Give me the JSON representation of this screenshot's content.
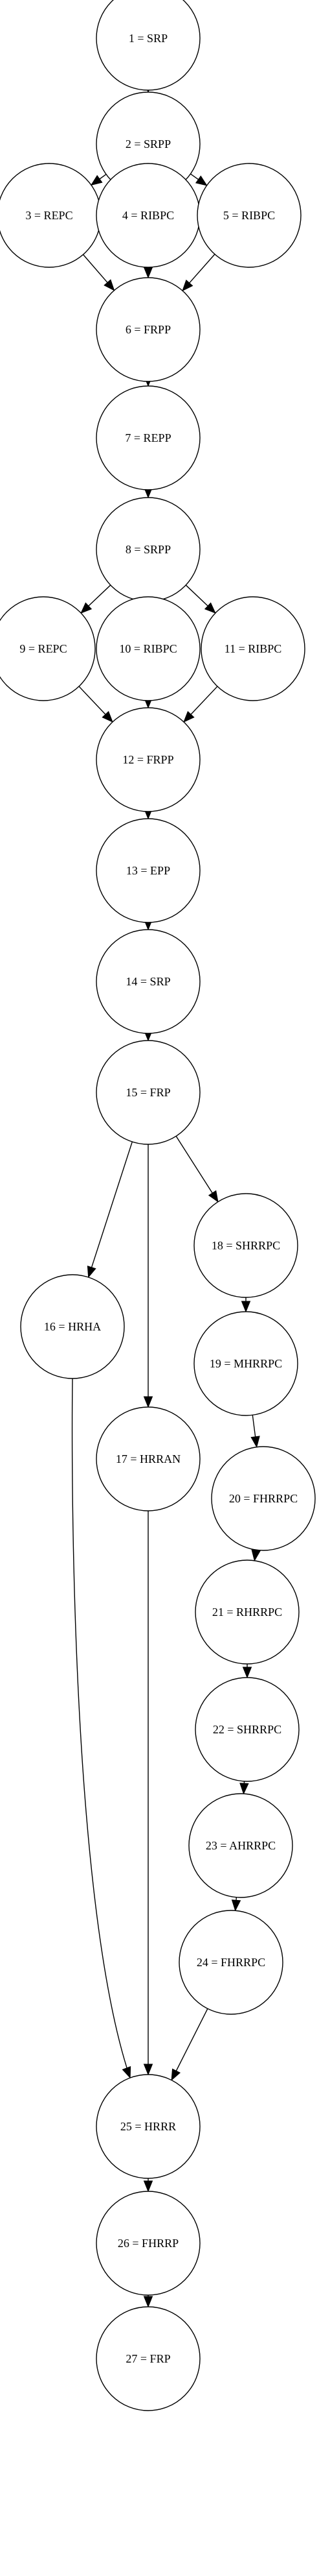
{
  "graph": {
    "stroke_color": "#000000",
    "fill_color": "#ffffff",
    "nodes": [
      {
        "id": 1,
        "label": "1 = SRP"
      },
      {
        "id": 2,
        "label": "2 = SRPP"
      },
      {
        "id": 3,
        "label": "3 = REPC"
      },
      {
        "id": 4,
        "label": "4 = RIBPC"
      },
      {
        "id": 5,
        "label": "5 = RIBPC"
      },
      {
        "id": 6,
        "label": "6 = FRPP"
      },
      {
        "id": 7,
        "label": "7 = REPP"
      },
      {
        "id": 8,
        "label": "8 = SRPP"
      },
      {
        "id": 9,
        "label": "9 = REPC"
      },
      {
        "id": 10,
        "label": "10 = RIBPC"
      },
      {
        "id": 11,
        "label": "11 = RIBPC"
      },
      {
        "id": 12,
        "label": "12 = FRPP"
      },
      {
        "id": 13,
        "label": "13 = EPP"
      },
      {
        "id": 14,
        "label": "14 = SRP"
      },
      {
        "id": 15,
        "label": "15 = FRP"
      },
      {
        "id": 16,
        "label": "16 = HRHA"
      },
      {
        "id": 17,
        "label": "17 = HRRAN"
      },
      {
        "id": 18,
        "label": "18 = SHRRPC"
      },
      {
        "id": 19,
        "label": "19 = MHRRPC"
      },
      {
        "id": 20,
        "label": "20 = FHRRPC"
      },
      {
        "id": 21,
        "label": "21 = RHRRPC"
      },
      {
        "id": 22,
        "label": "22 = SHRRPC"
      },
      {
        "id": 23,
        "label": "23 = AHRRPC"
      },
      {
        "id": 24,
        "label": "24 = FHRRPC"
      },
      {
        "id": 25,
        "label": "25 = HRRR"
      },
      {
        "id": 26,
        "label": "26 = FHRRP"
      },
      {
        "id": 27,
        "label": "27 = FRP"
      }
    ],
    "edges": [
      [
        1,
        2
      ],
      [
        2,
        3
      ],
      [
        2,
        4
      ],
      [
        2,
        5
      ],
      [
        3,
        6
      ],
      [
        4,
        6
      ],
      [
        5,
        6
      ],
      [
        6,
        7
      ],
      [
        7,
        8
      ],
      [
        8,
        9
      ],
      [
        8,
        10
      ],
      [
        8,
        11
      ],
      [
        9,
        12
      ],
      [
        10,
        12
      ],
      [
        11,
        12
      ],
      [
        12,
        13
      ],
      [
        13,
        14
      ],
      [
        14,
        15
      ],
      [
        15,
        16
      ],
      [
        15,
        17
      ],
      [
        15,
        18
      ],
      [
        18,
        19
      ],
      [
        19,
        20
      ],
      [
        20,
        21
      ],
      [
        21,
        22
      ],
      [
        22,
        23
      ],
      [
        23,
        24
      ],
      [
        16,
        25
      ],
      [
        17,
        25
      ],
      [
        24,
        25
      ],
      [
        25,
        26
      ],
      [
        26,
        27
      ]
    ]
  }
}
